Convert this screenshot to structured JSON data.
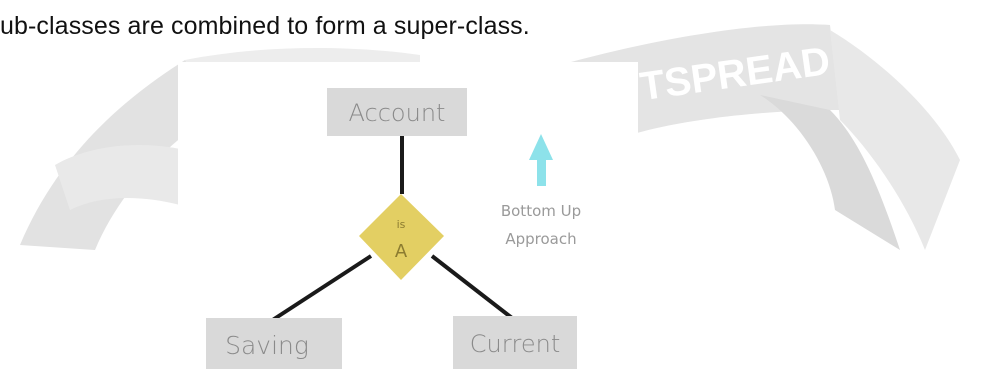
{
  "intro_text": "ub-classes are combined to form a super-class.",
  "watermark_text": "TSPREAD",
  "diagram": {
    "top_node": "Account",
    "relationship": {
      "line1": "is",
      "line2": "A"
    },
    "children": [
      "Saving",
      "Current"
    ],
    "direction_caption": {
      "line1": "Bottom Up",
      "line2": "Approach"
    }
  },
  "colors": {
    "node_fill": "#d9d9d9",
    "diamond_fill": "#e3cf63",
    "connector": "#1a1a1a",
    "arrow": "#8de2ea",
    "watermark": "#e6e6e6"
  }
}
